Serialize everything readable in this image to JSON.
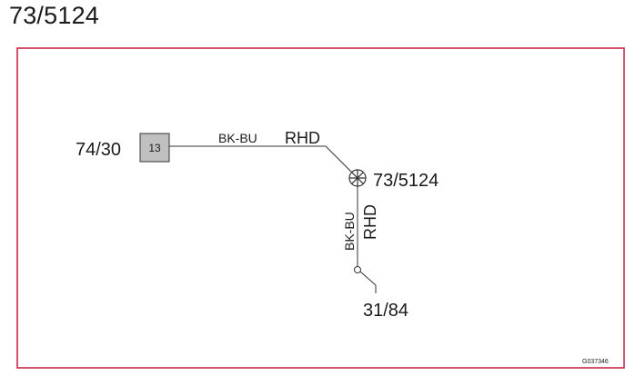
{
  "page": {
    "title": "73/5124"
  },
  "diagram": {
    "frame_color": "#c8284a",
    "connector": {
      "ref": "74/30",
      "pin": "13",
      "fill": "#c0c0c0"
    },
    "wire_top": {
      "color_code": "BK-BU",
      "variant": "RHD"
    },
    "lamp": {
      "ref": "73/5124",
      "symbol": "lamp-icon"
    },
    "wire_vertical": {
      "color_code": "BK-BU",
      "variant": "RHD"
    },
    "ground": {
      "ref": "31/84",
      "symbol": "ground-icon"
    },
    "figure_id": "G037346"
  }
}
